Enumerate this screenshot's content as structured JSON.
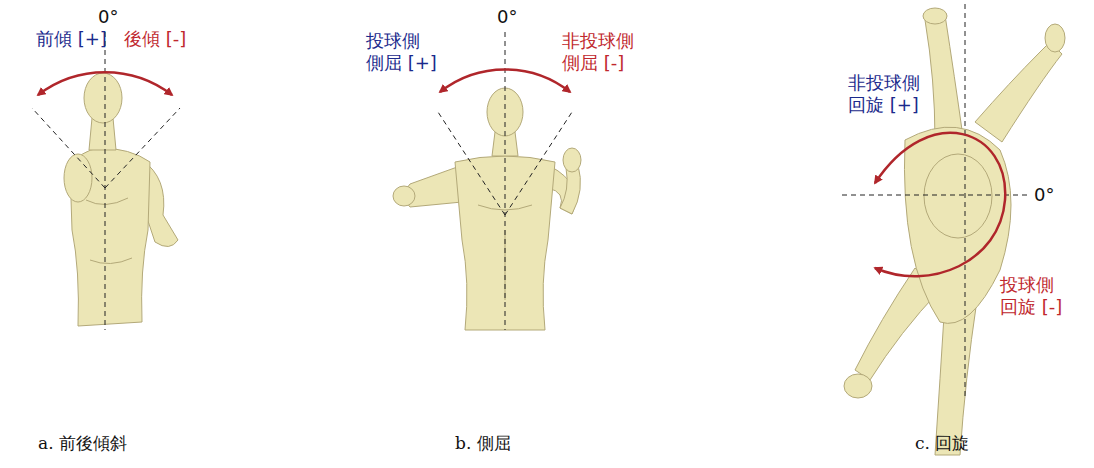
{
  "diagram": {
    "labels": [
      "0°",
      "前傾 [+]",
      "後傾 [-]",
      "0°",
      "投球側 側屈 [+]",
      "非投球側 側屈 [-]",
      "非投球側 回旋 [+]",
      "0°",
      "投球側 回旋 [-]",
      "a. 前後傾斜",
      "b. 側屈",
      "c. 回旋"
    ]
  }
}
